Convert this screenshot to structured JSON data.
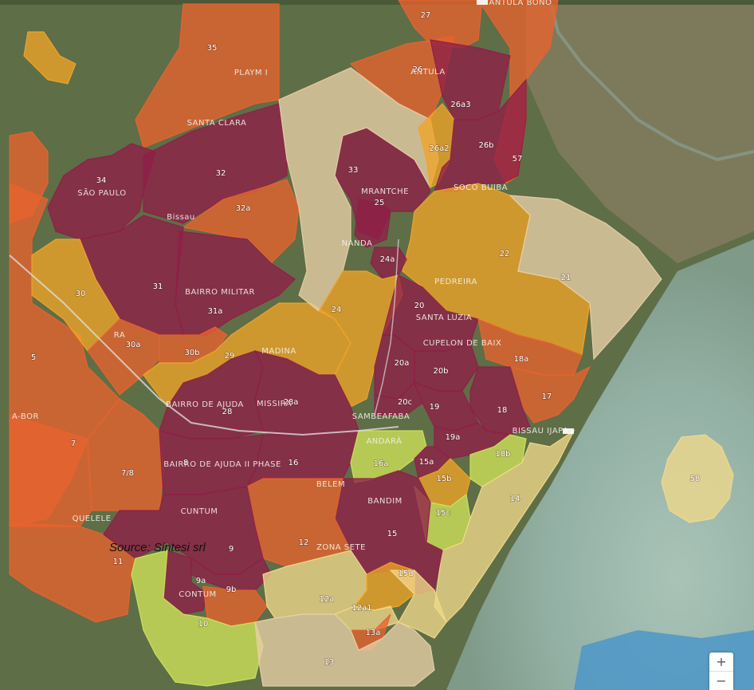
{
  "colors": {
    "low": "#f0d98a",
    "low_mid": "#f0a428",
    "mid": "#e8632e",
    "high": "#8f1f48",
    "very_low": "#cfe35a",
    "neutral": "#e8cfa8",
    "sea": "#9fb9ae",
    "land": "#6f7a52"
  },
  "zones": [
    {
      "id": "35",
      "label": "35",
      "cls": "mid"
    },
    {
      "id": "27",
      "label": "27",
      "cls": "mid"
    },
    {
      "id": "26",
      "label": "26",
      "cls": "mid"
    },
    {
      "id": "34",
      "label": "34",
      "cls": "high"
    },
    {
      "id": "32",
      "label": "32",
      "cls": "high"
    },
    {
      "id": "32a",
      "label": "32a",
      "cls": "mid"
    },
    {
      "id": "33",
      "label": "33",
      "cls": "high"
    },
    {
      "id": "25",
      "label": "25",
      "cls": "high"
    },
    {
      "id": "26a3",
      "label": "26a3",
      "cls": "high"
    },
    {
      "id": "26a2",
      "label": "26a2",
      "cls": "low_mid"
    },
    {
      "id": "26b",
      "label": "26b",
      "cls": "high"
    },
    {
      "id": "57",
      "label": "57",
      "cls": "mid"
    },
    {
      "id": "22",
      "label": "22",
      "cls": "low_mid"
    },
    {
      "id": "21",
      "label": "21",
      "cls": "neutral"
    },
    {
      "id": "24a",
      "label": "24a",
      "cls": "high"
    },
    {
      "id": "24",
      "label": "24",
      "cls": "low_mid"
    },
    {
      "id": "30",
      "label": "30",
      "cls": "low_mid"
    },
    {
      "id": "31",
      "label": "31",
      "cls": "high"
    },
    {
      "id": "31a",
      "label": "31a",
      "cls": "high"
    },
    {
      "id": "30a",
      "label": "30a",
      "cls": "mid"
    },
    {
      "id": "30b",
      "label": "30b",
      "cls": "mid"
    },
    {
      "id": "29",
      "label": "29",
      "cls": "low_mid"
    },
    {
      "id": "5",
      "label": "5",
      "cls": "mid"
    },
    {
      "id": "20",
      "label": "20",
      "cls": "high"
    },
    {
      "id": "20a",
      "label": "20a",
      "cls": "high"
    },
    {
      "id": "20b",
      "label": "20b",
      "cls": "high"
    },
    {
      "id": "20c",
      "label": "20c",
      "cls": "high"
    },
    {
      "id": "18a",
      "label": "18a",
      "cls": "mid"
    },
    {
      "id": "17",
      "label": "17",
      "cls": "mid"
    },
    {
      "id": "18",
      "label": "18",
      "cls": "high"
    },
    {
      "id": "19",
      "label": "19",
      "cls": "high"
    },
    {
      "id": "19a",
      "label": "19a",
      "cls": "high"
    },
    {
      "id": "28",
      "label": "28",
      "cls": "high"
    },
    {
      "id": "28a",
      "label": "28a",
      "cls": "high"
    },
    {
      "id": "7",
      "label": "7",
      "cls": "mid"
    },
    {
      "id": "7/8",
      "label": "7/8",
      "cls": "high"
    },
    {
      "id": "8",
      "label": "8",
      "cls": "high"
    },
    {
      "id": "16",
      "label": "16",
      "cls": "high"
    },
    {
      "id": "16a",
      "label": "16a",
      "cls": "very_low"
    },
    {
      "id": "15a",
      "label": "15a",
      "cls": "high"
    },
    {
      "id": "15b",
      "label": "15b",
      "cls": "low_mid"
    },
    {
      "id": "18b",
      "label": "18b",
      "cls": "very_low"
    },
    {
      "id": "15c",
      "label": "15c",
      "cls": "very_low"
    },
    {
      "id": "14",
      "label": "14",
      "cls": "low"
    },
    {
      "id": "58",
      "label": "58",
      "cls": "low"
    },
    {
      "id": "15",
      "label": "15",
      "cls": "high"
    },
    {
      "id": "12",
      "label": "12",
      "cls": "mid"
    },
    {
      "id": "9",
      "label": "9",
      "cls": "high"
    },
    {
      "id": "9a",
      "label": "9a",
      "cls": "high"
    },
    {
      "id": "9b",
      "label": "9b",
      "cls": "mid"
    },
    {
      "id": "11",
      "label": "11",
      "cls": "mid"
    },
    {
      "id": "10",
      "label": "10",
      "cls": "very_low"
    },
    {
      "id": "12a",
      "label": "12a",
      "cls": "low"
    },
    {
      "id": "12a1",
      "label": "12a1",
      "cls": "low"
    },
    {
      "id": "15d",
      "label": "15d",
      "cls": "low_mid"
    },
    {
      "id": "13a",
      "label": "13a",
      "cls": "mid"
    },
    {
      "id": "13",
      "label": "13",
      "cls": "neutral"
    }
  ],
  "neighborhoods": [
    {
      "id": "playm",
      "label": "PLAYM I"
    },
    {
      "id": "santa-clara",
      "label": "SANTA CLARA"
    },
    {
      "id": "sao-paulo",
      "label": "SÃO PAULO"
    },
    {
      "id": "bissau",
      "label": "Bissau"
    },
    {
      "id": "mrantche",
      "label": "MRANTCHE"
    },
    {
      "id": "socobuiba",
      "label": "SOCO BUIBA"
    },
    {
      "id": "nanda",
      "label": "NANDA"
    },
    {
      "id": "pedreira",
      "label": "PEDREIRA"
    },
    {
      "id": "santa-luzia",
      "label": "SANTA LUZIA"
    },
    {
      "id": "bairro-militar",
      "label": "BAIRRO MILITAR"
    },
    {
      "id": "madina",
      "label": "MADINA"
    },
    {
      "id": "cupelon",
      "label": "CUPELON DE BAIX"
    },
    {
      "id": "bairro-de-ajuda",
      "label": "BAIRRO DE AJUDA"
    },
    {
      "id": "missira",
      "label": "MISSIRA"
    },
    {
      "id": "sambeafaba",
      "label": "SAMBEAFABA"
    },
    {
      "id": "bairro-ajuda-phase",
      "label": "BAIRRO DE AJUDA II PHASE"
    },
    {
      "id": "belem",
      "label": "BELEM"
    },
    {
      "id": "bandim",
      "label": "BANDIM"
    },
    {
      "id": "cuntum",
      "label": "CUNTUM"
    },
    {
      "id": "quelele",
      "label": "QUELELE"
    },
    {
      "id": "zona-sete",
      "label": "ZONA SETE"
    },
    {
      "id": "cuntum2",
      "label": "CONTUM"
    },
    {
      "id": "bor",
      "label": "A-BOR"
    },
    {
      "id": "ra",
      "label": "RA"
    },
    {
      "id": "antula",
      "label": "ANTULA"
    },
    {
      "id": "antula-bono",
      "label": "ANTULA BONO"
    },
    {
      "id": "bissau-ijapa",
      "label": "BISSAU IJAPA"
    },
    {
      "id": "andara",
      "label": "ANDARÁ"
    }
  ],
  "source_text": "Source: Sintesi srl",
  "zoom": {
    "plus": "+",
    "minus": "−"
  }
}
